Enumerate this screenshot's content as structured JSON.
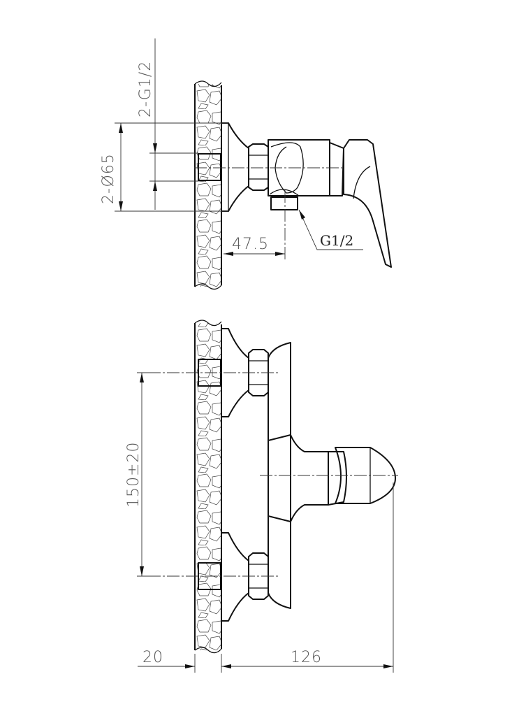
{
  "drawing": {
    "subject": "wall-mounted single lever mixer",
    "views": [
      "side-view",
      "front-view"
    ]
  },
  "dimensions": {
    "inlet_thread": "2-G1/2",
    "escutcheon_diameter": "2-Ø65",
    "outlet_projection": "47.5",
    "outlet_thread": "G1/2",
    "inlet_spacing": "150±20",
    "wall_thickness": "20",
    "total_depth": "126"
  },
  "colors": {
    "line": "#111111",
    "dimension_text": "#555555",
    "background": "#ffffff"
  }
}
